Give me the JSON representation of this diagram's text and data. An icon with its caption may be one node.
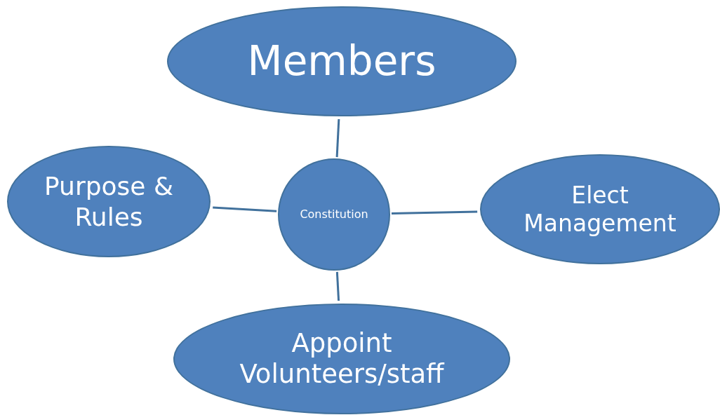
{
  "diagram": {
    "nodes": [
      {
        "text": [
          "Members"
        ]
      },
      {
        "text": [
          "Purpose & Rules"
        ]
      },
      {
        "text": [
          "Constitution"
        ]
      },
      {
        "text": [
          "Elect Management"
        ]
      },
      {
        "text": [
          "Appoint Volunteers/staff"
        ]
      }
    ],
    "edges": [
      {
        "from": 2,
        "to": 0,
        "arrow": "none"
      },
      {
        "from": 2,
        "to": 1,
        "arrow": "none"
      },
      {
        "from": 2,
        "to": 3,
        "arrow": "none"
      },
      {
        "from": 2,
        "to": 4,
        "arrow": "none"
      }
    ]
  }
}
